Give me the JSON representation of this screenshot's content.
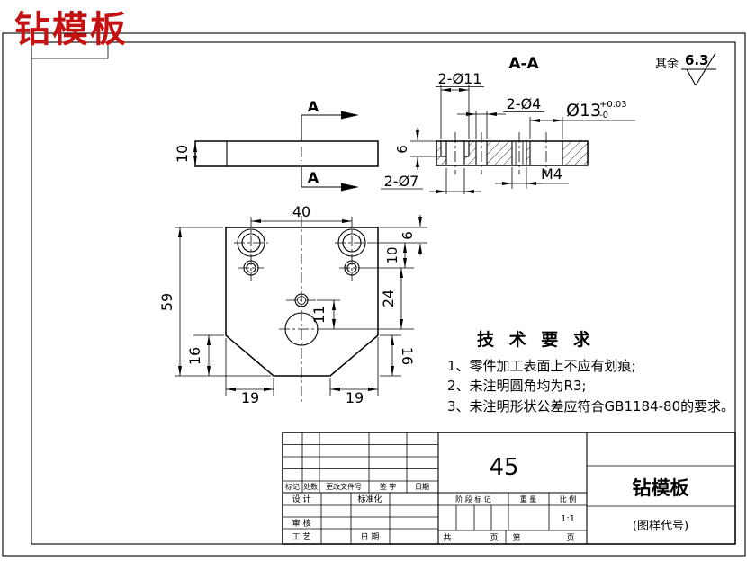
{
  "corner_title": "钻模板",
  "roughness": {
    "prefix": "其余",
    "value": "6.3"
  },
  "front_view": {
    "thickness": "10",
    "section_letter_top": "A",
    "section_letter_bottom": "A"
  },
  "section_view": {
    "title": "A-A",
    "dim_counterbore": "2-Ø11",
    "dim_small_holes": "2-Ø4",
    "dim_center_hole": "Ø13",
    "tol_upper": "+0.03",
    "tol_lower": "-0",
    "dim_depth": "6",
    "dim_through": "2-Ø7",
    "dim_thread": "M4"
  },
  "plan_view": {
    "dim_hole_span": "40",
    "dim_height": "59",
    "dim_chamfer_left": "16",
    "dim_chamfer_right": "16",
    "dim_foot_left": "19",
    "dim_foot_right": "19",
    "dim_top_offset": "6",
    "dim_row_gap": "10",
    "dim_big_hole": "24",
    "dim_mid_gap": "11"
  },
  "tech_req": {
    "title": "技 术 要 求",
    "items": [
      "1、零件加工表面上不应有划痕;",
      "2、未注明圆角均为R3;",
      "3、未注明形状公差应符合GB1184-80的要求。"
    ]
  },
  "title_block": {
    "material": "45",
    "part_name": "钻模板",
    "drawing_code": "(图样代号)",
    "scale": "1:1",
    "labels": {
      "mark": "标记",
      "count": "处数",
      "change_doc": "更改文件号",
      "signature": "签 字",
      "date": "日期",
      "design": "设 计",
      "standardize": "标准化",
      "review": "审 核",
      "process": "工 艺",
      "date2": "日 期",
      "stage_mark": "阶 段 标 记",
      "weight": "重 量",
      "scale_label": "比 例",
      "total": "共",
      "sheet": "页",
      "page_no": "第",
      "sheet2": "页"
    }
  }
}
